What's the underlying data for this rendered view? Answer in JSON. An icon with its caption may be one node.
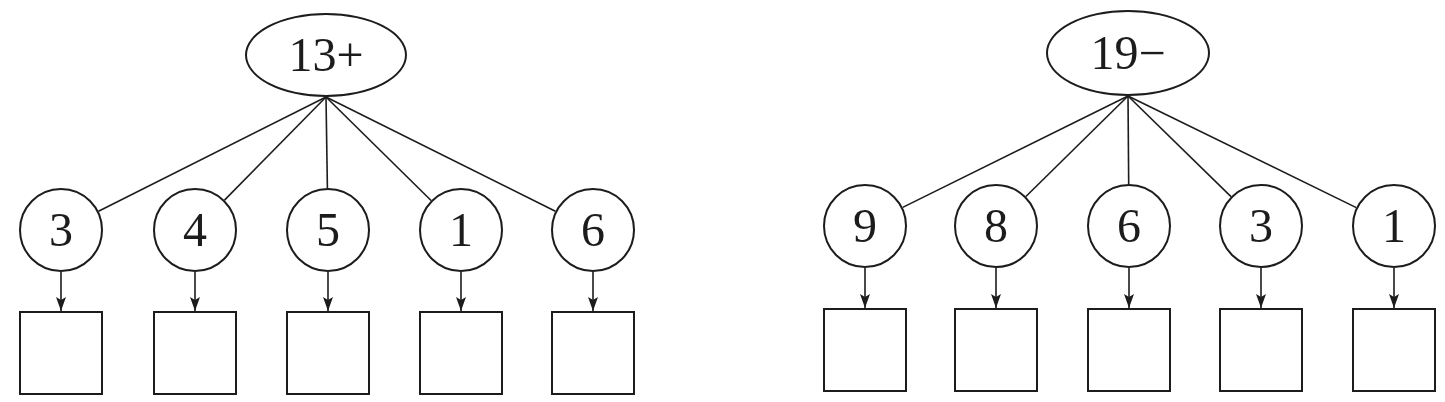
{
  "diagram": {
    "nodes": [
      {
        "text": [
          "13+"
        ]
      },
      {
        "text": [
          "3"
        ]
      },
      {
        "text": [
          "4"
        ]
      },
      {
        "text": [
          "5"
        ]
      },
      {
        "text": [
          "1"
        ]
      },
      {
        "text": [
          "6"
        ]
      },
      {
        "text": [],
        "shape": "box"
      },
      {
        "text": [],
        "shape": "box"
      },
      {
        "text": [],
        "shape": "box"
      },
      {
        "text": [],
        "shape": "box"
      },
      {
        "text": [],
        "shape": "box"
      },
      {
        "text": [
          "19−"
        ]
      },
      {
        "text": [
          "9"
        ]
      },
      {
        "text": [
          "8"
        ]
      },
      {
        "text": [
          "6"
        ]
      },
      {
        "text": [
          "3"
        ]
      },
      {
        "text": [
          "1"
        ]
      },
      {
        "text": [],
        "shape": "box"
      },
      {
        "text": [],
        "shape": "box"
      },
      {
        "text": [],
        "shape": "box"
      },
      {
        "text": [],
        "shape": "box"
      },
      {
        "text": [],
        "shape": "box"
      }
    ],
    "edges": [
      {
        "from": 0,
        "to": 1,
        "arrow": "none"
      },
      {
        "from": 0,
        "to": 2,
        "arrow": "none"
      },
      {
        "from": 0,
        "to": 3,
        "arrow": "none"
      },
      {
        "from": 0,
        "to": 4,
        "arrow": "none"
      },
      {
        "from": 0,
        "to": 5,
        "arrow": "none"
      },
      {
        "from": 1,
        "to": 6,
        "arrow": "to"
      },
      {
        "from": 2,
        "to": 7,
        "arrow": "to"
      },
      {
        "from": 3,
        "to": 8,
        "arrow": "to"
      },
      {
        "from": 4,
        "to": 9,
        "arrow": "to"
      },
      {
        "from": 5,
        "to": 10,
        "arrow": "to"
      },
      {
        "from": 11,
        "to": 12,
        "arrow": "none"
      },
      {
        "from": 11,
        "to": 13,
        "arrow": "none"
      },
      {
        "from": 11,
        "to": 14,
        "arrow": "none"
      },
      {
        "from": 11,
        "to": 15,
        "arrow": "none"
      },
      {
        "from": 11,
        "to": 16,
        "arrow": "none"
      },
      {
        "from": 12,
        "to": 17,
        "arrow": "to"
      },
      {
        "from": 13,
        "to": 18,
        "arrow": "to"
      },
      {
        "from": 14,
        "to": 19,
        "arrow": "to"
      },
      {
        "from": 15,
        "to": 20,
        "arrow": "to"
      },
      {
        "from": 16,
        "to": 21,
        "arrow": "to"
      }
    ]
  }
}
